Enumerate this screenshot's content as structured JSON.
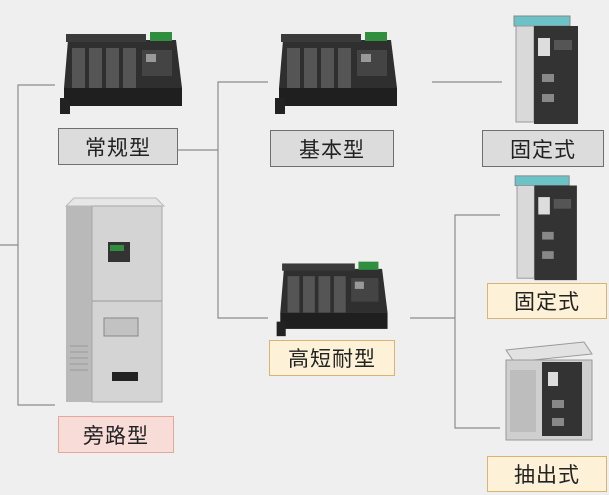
{
  "nodes": {
    "conventional": "常规型",
    "basic": "基本型",
    "high_short": "高短耐型",
    "bypass": "旁路型",
    "fixed_1": "固定式",
    "fixed_2": "固定式",
    "drawout": "抽出式"
  },
  "colors": {
    "background": "#efefef",
    "line": "#8c8c8c",
    "gray_box": "#dcdcdc",
    "cream_box": "#fdf1d8",
    "pink_box": "#f8dcd8",
    "product_dark": "#2f2f2f",
    "terminal_green": "#2f8f3e",
    "cabinet": "#d4d4d4"
  }
}
